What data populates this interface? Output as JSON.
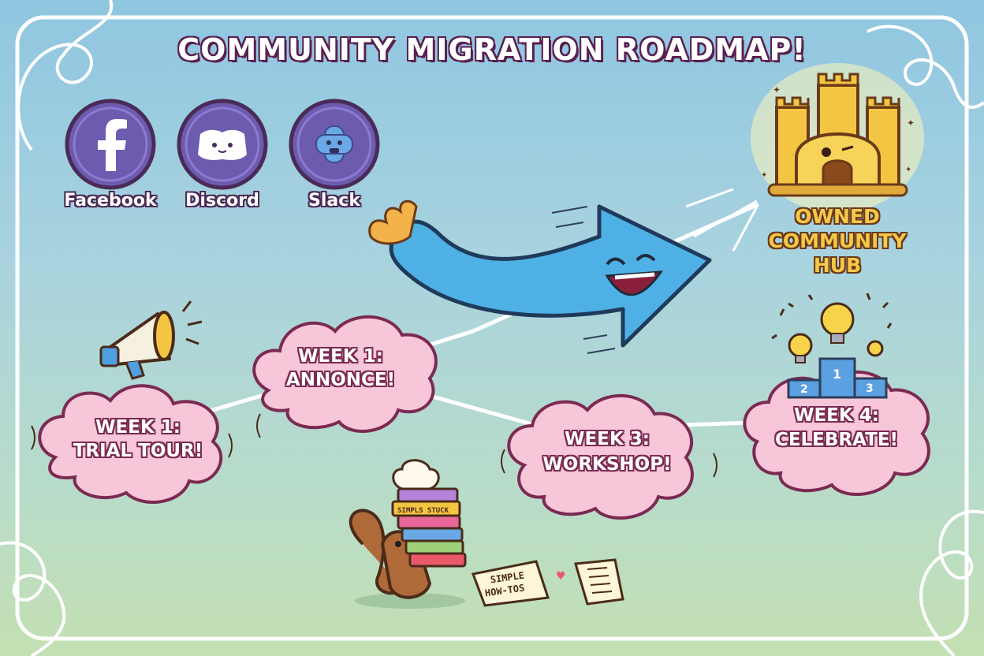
{
  "title": "COMMUNITY MIGRATION ROADMAP!",
  "platforms": [
    {
      "label": "Facebook",
      "icon": "facebook-icon"
    },
    {
      "label": "Discord",
      "icon": "discord-icon"
    },
    {
      "label": "Slack",
      "icon": "slack-icon"
    }
  ],
  "destination": {
    "line1": "OWNED",
    "line2": "COMMUNITY",
    "line3": "HUB",
    "icon": "castle-icon"
  },
  "steps": [
    {
      "line1": "WEEK 1:",
      "line2": "TRIAL TOUR!"
    },
    {
      "line1": "WEEK 1:",
      "line2": "ANNONCE!"
    },
    {
      "line1": "WEEK 3:",
      "line2": "WORKSHOP!"
    },
    {
      "line1": "WEEK 4:",
      "line2": "CELEBRATE!"
    }
  ],
  "props": {
    "book_spine": "SIMPLS STUCK",
    "paper_line1": "SIMPLE",
    "paper_line2": "HOW-TOS",
    "podium": [
      "2",
      "1",
      "3"
    ]
  },
  "colors": {
    "platform_purple": "#6d5bb0",
    "arrow_blue": "#4fb0e6",
    "cloud_pink": "#f7c6d8",
    "castle_gold": "#f4c542"
  }
}
